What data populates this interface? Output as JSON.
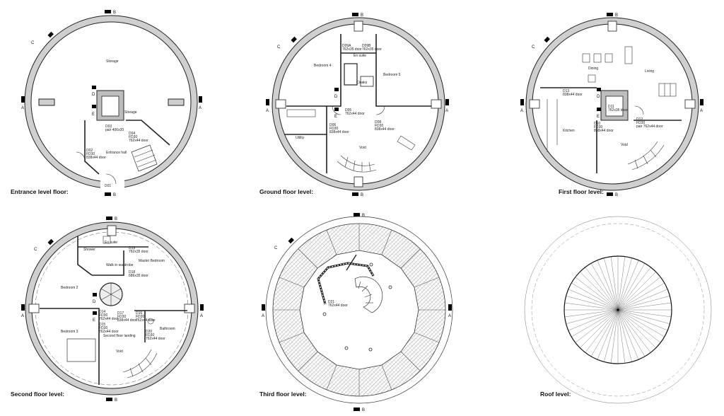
{
  "section_mark_vertical": "B",
  "section_mark_horizontal": "A",
  "section_mark_diagonal": "C",
  "section_mark_door": "D",
  "section_mark_e": "E",
  "panels": [
    {
      "caption": "Entrance level floor:",
      "labels": {
        "storage_top": "Storage",
        "storage_mid": "Storage",
        "d03": "D03",
        "d03_spec": "pair 406x20",
        "d04": "D04",
        "d04_fd": "FD30",
        "d04_size": "762x44 door",
        "d02": "D02",
        "d02_fd": "FD30",
        "d02_size": "838x44 door",
        "entrance_hall": "Entrance hall",
        "d01": "D01"
      }
    },
    {
      "caption": "Ground floor level:",
      "labels": {
        "d09a": "D09A",
        "d09a_size": "762x35 door",
        "d09b": "D09B",
        "d09b_size": "762x35 door",
        "en_suite": "En suite",
        "bedroom4": "Bedroom 4",
        "bedroom5": "Bedroom 5",
        "cloaks": "Cloaks",
        "d05": "D05",
        "d05_size": "762x44 door",
        "d06": "D06",
        "d06_fd": "FD30",
        "d06_size": "838x44 door",
        "d08": "D08",
        "d08_fd": "FD30",
        "d08_size": "838x44 door",
        "utility": "Utility",
        "void": "Void"
      }
    },
    {
      "caption": "First floor level:",
      "labels": {
        "dining": "Dining",
        "living": "Living",
        "d13": "D13",
        "d13_size": "838x44 door",
        "d11": "D11",
        "d11_size": "762x35 door",
        "d10": "D10",
        "d10_fd": "FD30",
        "d10_size": "838x44 door",
        "d12": "D12",
        "d12_fd": "FD30",
        "d12_size": "pair 762x44 door",
        "kitchen": "Kitchen",
        "void": "Void"
      }
    },
    {
      "caption": "Second floor level:",
      "labels": {
        "en_suite": "En suite",
        "shower": "Shower",
        "d19": "D19",
        "d19_size": "762x35 door",
        "master_bedroom": "Master Bedroom",
        "walk_in_wardrobe": "Walk in wardrobe",
        "d18": "D18",
        "d18_size": "686x35 door",
        "bedroom2": "Bedroom 2",
        "bedroom3": "Bedroom 3",
        "d14": "D14",
        "d14_fd": "FD30",
        "d14_size": "762x44 door",
        "d15": "D15",
        "d15_fd": "FD30",
        "d15_size": "762x44 door",
        "d17": "D17",
        "d17_fd": "FD30",
        "d17_size": "838x44 door",
        "d16": "D16",
        "d16_fd": "FD30",
        "d16_size": "762x44 door",
        "second_floor_landing": "Second floor landing",
        "bathroom": "Bathroom",
        "d20": "D20",
        "d20_fd": "FD30",
        "d20_size": "762x44 door",
        "void": "Void"
      }
    },
    {
      "caption": "Third floor level:",
      "labels": {
        "d21": "D21",
        "d21_size": "762x44 door"
      }
    },
    {
      "caption": "Roof level:",
      "labels": {}
    }
  ]
}
